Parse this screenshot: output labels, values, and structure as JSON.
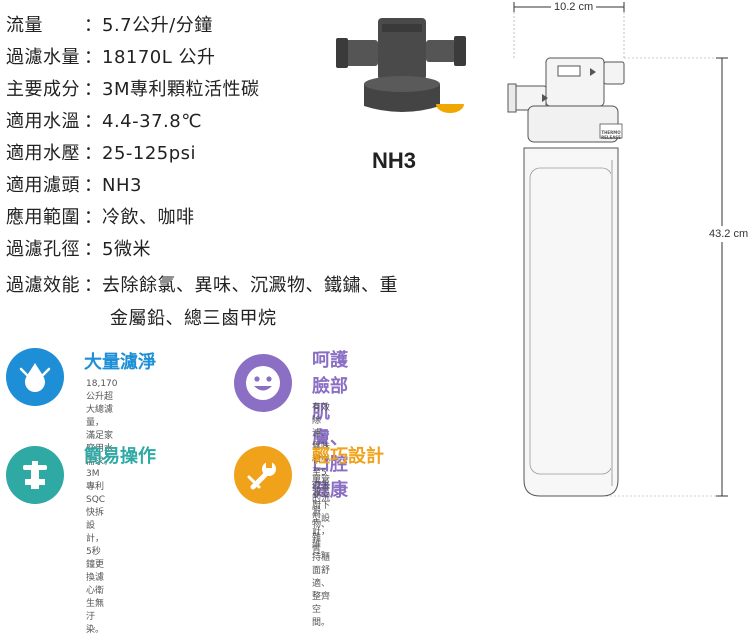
{
  "specs": [
    {
      "key": "流量",
      "value": "5.7公升/分鐘"
    },
    {
      "key": "過濾水量",
      "value": "18170L 公升"
    },
    {
      "key": "主要成分",
      "value": "3M專利顆粒活性碳"
    },
    {
      "key": "適用水溫",
      "value": "4.4-37.8℃"
    },
    {
      "key": "適用水壓",
      "value": "25-125psi"
    },
    {
      "key": "適用濾頭",
      "value": "NH3"
    },
    {
      "key": "應用範圍",
      "value": "冷飲、咖啡"
    },
    {
      "key": "過濾孔徑",
      "value": "5微米"
    },
    {
      "key": "過濾效能",
      "value": "去除餘氯、異味、沉澱物、鐵鏽、重"
    }
  ],
  "spec_continuation": "金屬鉛、總三鹵甲烷",
  "colon": "：",
  "head_label": "NH3",
  "cartridge_label": "THERMO RELEASE",
  "features": [
    {
      "title": "大量濾淨",
      "desc": "18,170公升超大總濾量，\n滿足家庭用水需求。",
      "color": "#1e8fd6",
      "icon": "water-drop-icon"
    },
    {
      "title": "呵護臉部\n肌膚、口腔健康",
      "desc": "有效除濾、異味和小至5\n微米的沉澱物、雜質。",
      "color": "#8b6fc4",
      "icon": "smile-face-icon"
    },
    {
      "title": "簡易操作",
      "desc": "3M專利SQC快拆設計，\n5秒鐘更換濾心衛生無汙\n染。",
      "color": "#2fa9a4",
      "icon": "faucet-icon"
    },
    {
      "title": "輕巧設計",
      "desc": "單管濾芯廚下型設計，維\n持櫃面舒適、整齊空間。",
      "color": "#f0a31a",
      "icon": "wrench-icon"
    }
  ],
  "dimensions": {
    "width": "10.2 cm",
    "height": "43.2 cm"
  }
}
